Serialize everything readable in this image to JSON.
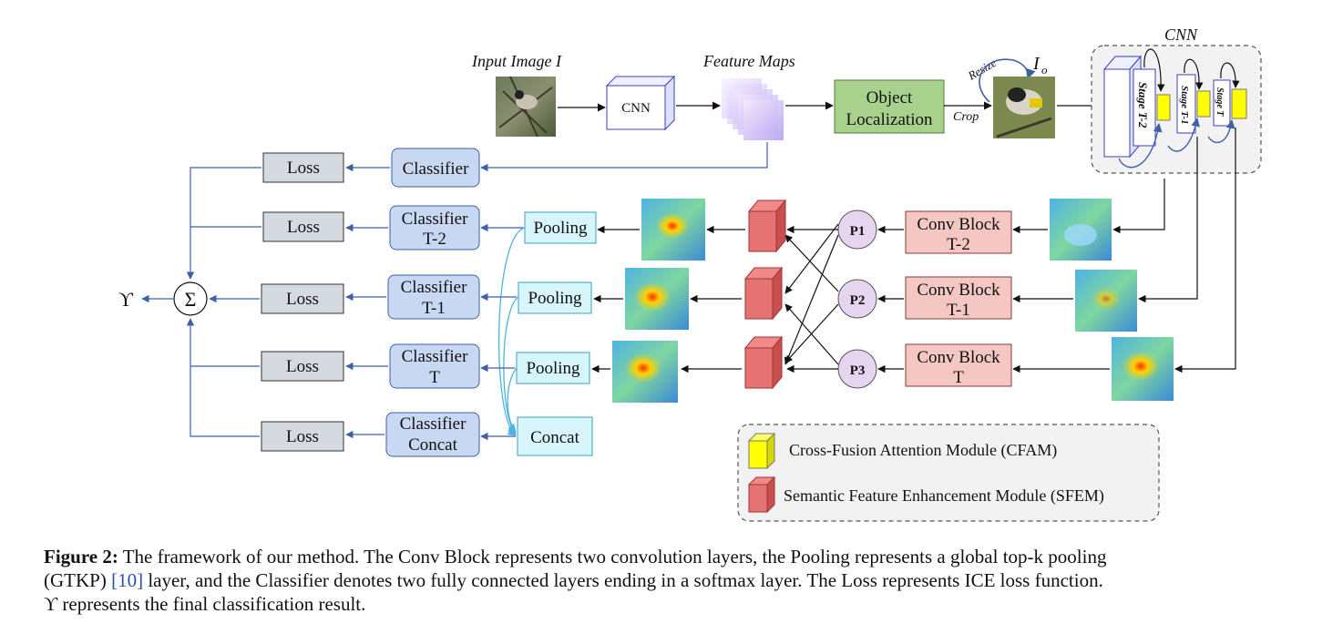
{
  "labels": {
    "input_image": "Input Image I",
    "feature_maps": "Feature Maps",
    "cnn_box": "CNN",
    "object_localization_1": "Object",
    "object_localization_2": "Localization",
    "resize": "Resize",
    "crop": "Crop",
    "io": "I",
    "io_sub": "o",
    "cnn_backbone": "CNN",
    "stage_t2": "Stage T-2",
    "stage_t1": "Stage T-1",
    "stage_t": "Stage T",
    "sum": "Σ",
    "upsilon": "ϒ"
  },
  "losses": [
    "Loss",
    "Loss",
    "Loss",
    "Loss",
    "Loss"
  ],
  "classifiers": [
    {
      "line1": "Classifier",
      "line2": ""
    },
    {
      "line1": "Classifier",
      "line2": "T-2"
    },
    {
      "line1": "Classifier",
      "line2": "T-1"
    },
    {
      "line1": "Classifier",
      "line2": "T"
    },
    {
      "line1": "Classifier",
      "line2": "Concat"
    }
  ],
  "poolings": [
    "Pooling",
    "Pooling",
    "Pooling"
  ],
  "concat": "Concat",
  "p_nodes": [
    "P1",
    "P2",
    "P3"
  ],
  "conv_blocks": [
    {
      "line1": "Conv Block",
      "line2": "T-2"
    },
    {
      "line1": "Conv Block",
      "line2": "T-1"
    },
    {
      "line1": "Conv Block",
      "line2": "T"
    }
  ],
  "legend": {
    "cfam": "Cross-Fusion Attention Module (CFAM)",
    "sfem": "Semantic Feature Enhancement Module (SFEM)"
  },
  "caption": {
    "figure_label": "Figure 2:",
    "line1_rest": " The framework of our method. The Conv Block represents two convolution layers, the Pooling represents a global top-k pooling",
    "line2_pre": "(GTKP) ",
    "ref": "[10]",
    "line2_post": " layer, and the Classifier denotes two fully connected layers ending in a softmax layer. The Loss represents ICE loss function.",
    "line3": "ϒ represents the final classification result."
  },
  "colors": {
    "loss_fill": "#d5d9e0",
    "classifier_fill": "#c9d8f2",
    "classifier_stroke": "#3f5fa8",
    "pooling_fill": "#d6f6fb",
    "pooling_stroke": "#3ba0c0",
    "object_loc_fill": "#a9d18e",
    "conv_block_fill": "#f4c7c3",
    "p_node_fill": "#e7d5ef",
    "cfam_yellow": "#ffff00",
    "sfem_red": "#e57373",
    "arrow_blue": "#3f5fa8",
    "concat_line": "#4fb3e0"
  }
}
